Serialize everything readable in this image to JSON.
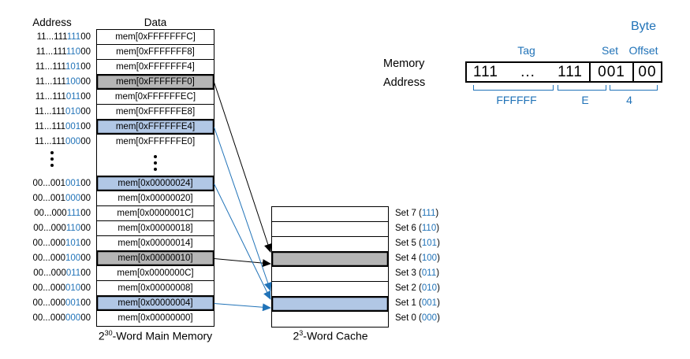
{
  "colors": {
    "blue": "#2173b8",
    "light_blue": "#b1c7e5",
    "gray": "#b5b5b5"
  },
  "headers": {
    "address": "Address",
    "data": "Data"
  },
  "main_memory": {
    "caption": {
      "base": "2",
      "sup": "30",
      "rest": "-Word Main Memory"
    },
    "ellipsis_symbol": "⋮",
    "top_rows": [
      {
        "pre": "11...111",
        "set": "111",
        "post": "00",
        "data": "mem[0xFFFFFFFC]",
        "hl": "none"
      },
      {
        "pre": "11...111",
        "set": "110",
        "post": "00",
        "data": "mem[0xFFFFFFF8]",
        "hl": "none"
      },
      {
        "pre": "11...111",
        "set": "101",
        "post": "00",
        "data": "mem[0xFFFFFFF4]",
        "hl": "none"
      },
      {
        "pre": "11...111",
        "set": "100",
        "post": "00",
        "data": "mem[0xFFFFFFF0]",
        "hl": "gray"
      },
      {
        "pre": "11...111",
        "set": "011",
        "post": "00",
        "data": "mem[0xFFFFFFEC]",
        "hl": "none"
      },
      {
        "pre": "11...111",
        "set": "010",
        "post": "00",
        "data": "mem[0xFFFFFFE8]",
        "hl": "none"
      },
      {
        "pre": "11...111",
        "set": "001",
        "post": "00",
        "data": "mem[0xFFFFFFE4]",
        "hl": "blue"
      },
      {
        "pre": "11...111",
        "set": "000",
        "post": "00",
        "data": "mem[0xFFFFFFE0]",
        "hl": "none"
      }
    ],
    "bottom_rows": [
      {
        "pre": "00...001",
        "set": "001",
        "post": "00",
        "data": "mem[0x00000024]",
        "hl": "blue"
      },
      {
        "pre": "00...001",
        "set": "000",
        "post": "00",
        "data": "mem[0x00000020]",
        "hl": "none"
      },
      {
        "pre": "00...000",
        "set": "111",
        "post": "00",
        "data": "mem[0x0000001C]",
        "hl": "none"
      },
      {
        "pre": "00...000",
        "set": "110",
        "post": "00",
        "data": "mem[0x00000018]",
        "hl": "none"
      },
      {
        "pre": "00...000",
        "set": "101",
        "post": "00",
        "data": "mem[0x00000014]",
        "hl": "none"
      },
      {
        "pre": "00...000",
        "set": "100",
        "post": "00",
        "data": "mem[0x00000010]",
        "hl": "gray"
      },
      {
        "pre": "00...000",
        "set": "011",
        "post": "00",
        "data": "mem[0x0000000C]",
        "hl": "none"
      },
      {
        "pre": "00...000",
        "set": "010",
        "post": "00",
        "data": "mem[0x00000008]",
        "hl": "none"
      },
      {
        "pre": "00...000",
        "set": "001",
        "post": "00",
        "data": "mem[0x00000004]",
        "hl": "blue"
      },
      {
        "pre": "00...000",
        "set": "000",
        "post": "00",
        "data": "mem[0x00000000]",
        "hl": "none"
      }
    ]
  },
  "cache": {
    "caption": {
      "base": "2",
      "sup": "3",
      "rest": "-Word Cache"
    },
    "sets": [
      {
        "name": "Set 7",
        "bits": "111",
        "hl": "none"
      },
      {
        "name": "Set 6",
        "bits": "110",
        "hl": "none"
      },
      {
        "name": "Set 5",
        "bits": "101",
        "hl": "none"
      },
      {
        "name": "Set 4",
        "bits": "100",
        "hl": "gray"
      },
      {
        "name": "Set 3",
        "bits": "011",
        "hl": "none"
      },
      {
        "name": "Set 2",
        "bits": "010",
        "hl": "none"
      },
      {
        "name": "Set 1",
        "bits": "001",
        "hl": "blue"
      },
      {
        "name": "Set 0",
        "bits": "000",
        "hl": "none"
      }
    ]
  },
  "address_fields": {
    "label_line1": "Memory",
    "label_line2": "Address",
    "tag_label": "Tag",
    "set_label": "Set",
    "byte_label_line1": "Byte",
    "byte_label_line2": "Offset",
    "tag_value_left": "111",
    "tag_value_dots": "...",
    "tag_value_right": "111",
    "set_value": "001",
    "offset_value": "00",
    "hex_tag": "FFFFFF",
    "hex_set": "E",
    "hex_offset": "4"
  },
  "arrows": [
    {
      "from": "mem[0xFFFFFFF0]",
      "to": "Set 4",
      "color": "black",
      "source_group": "top",
      "source_row": 4,
      "target_set": 4
    },
    {
      "from": "mem[0x00000010]",
      "to": "Set 4",
      "color": "black",
      "source_group": "bottom",
      "source_row": 6,
      "target_set": 4
    },
    {
      "from": "mem[0xFFFFFFE4]",
      "to": "Set 1",
      "color": "blue",
      "source_group": "top",
      "source_row": 7,
      "target_set": 1
    },
    {
      "from": "mem[0x00000024]",
      "to": "Set 1",
      "color": "blue",
      "source_group": "bottom",
      "source_row": 1,
      "target_set": 1
    },
    {
      "from": "mem[0x00000004]",
      "to": "Set 1",
      "color": "blue",
      "source_group": "bottom",
      "source_row": 9,
      "target_set": 1
    }
  ]
}
